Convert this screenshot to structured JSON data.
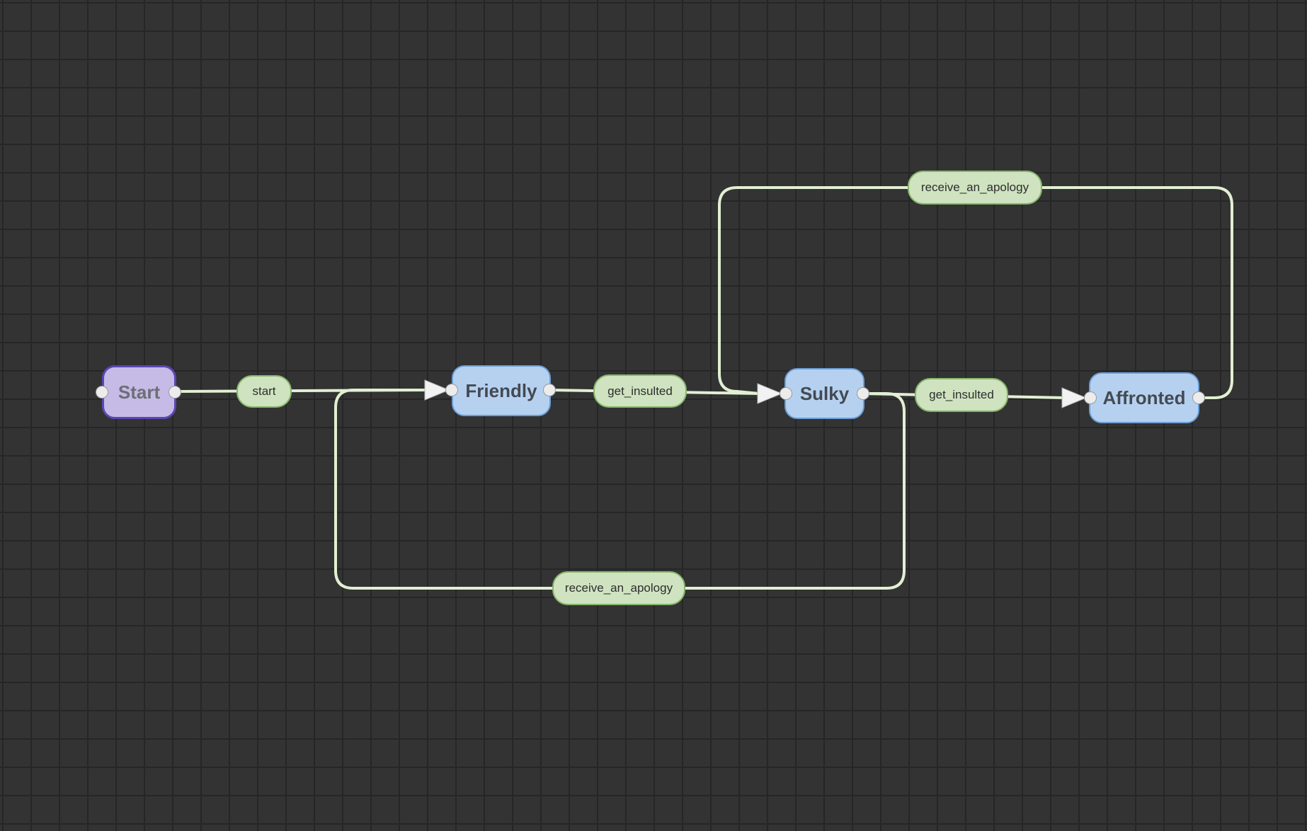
{
  "diagram": {
    "states": {
      "start": {
        "label": "Start"
      },
      "friendly": {
        "label": "Friendly"
      },
      "sulky": {
        "label": "Sulky"
      },
      "affronted": {
        "label": "Affronted"
      }
    },
    "transitions": {
      "start": {
        "label": "start",
        "from": "Start",
        "to": "Friendly"
      },
      "friendly_to_sulky": {
        "label": "get_insulted",
        "from": "Friendly",
        "to": "Sulky"
      },
      "sulky_to_affronted": {
        "label": "get_insulted",
        "from": "Sulky",
        "to": "Affronted"
      },
      "affronted_to_sulky": {
        "label": "receive_an_apology",
        "from": "Affronted",
        "to": "Sulky"
      },
      "sulky_to_friendly": {
        "label": "receive_an_apology",
        "from": "Sulky",
        "to": "Friendly"
      }
    },
    "colors": {
      "background": "#333333",
      "grid": "#262626",
      "edge": "#e1efd3",
      "state_fill": "#b6d1f0",
      "start_fill": "#c5bbe6",
      "label_fill": "#cfe3c0"
    }
  }
}
